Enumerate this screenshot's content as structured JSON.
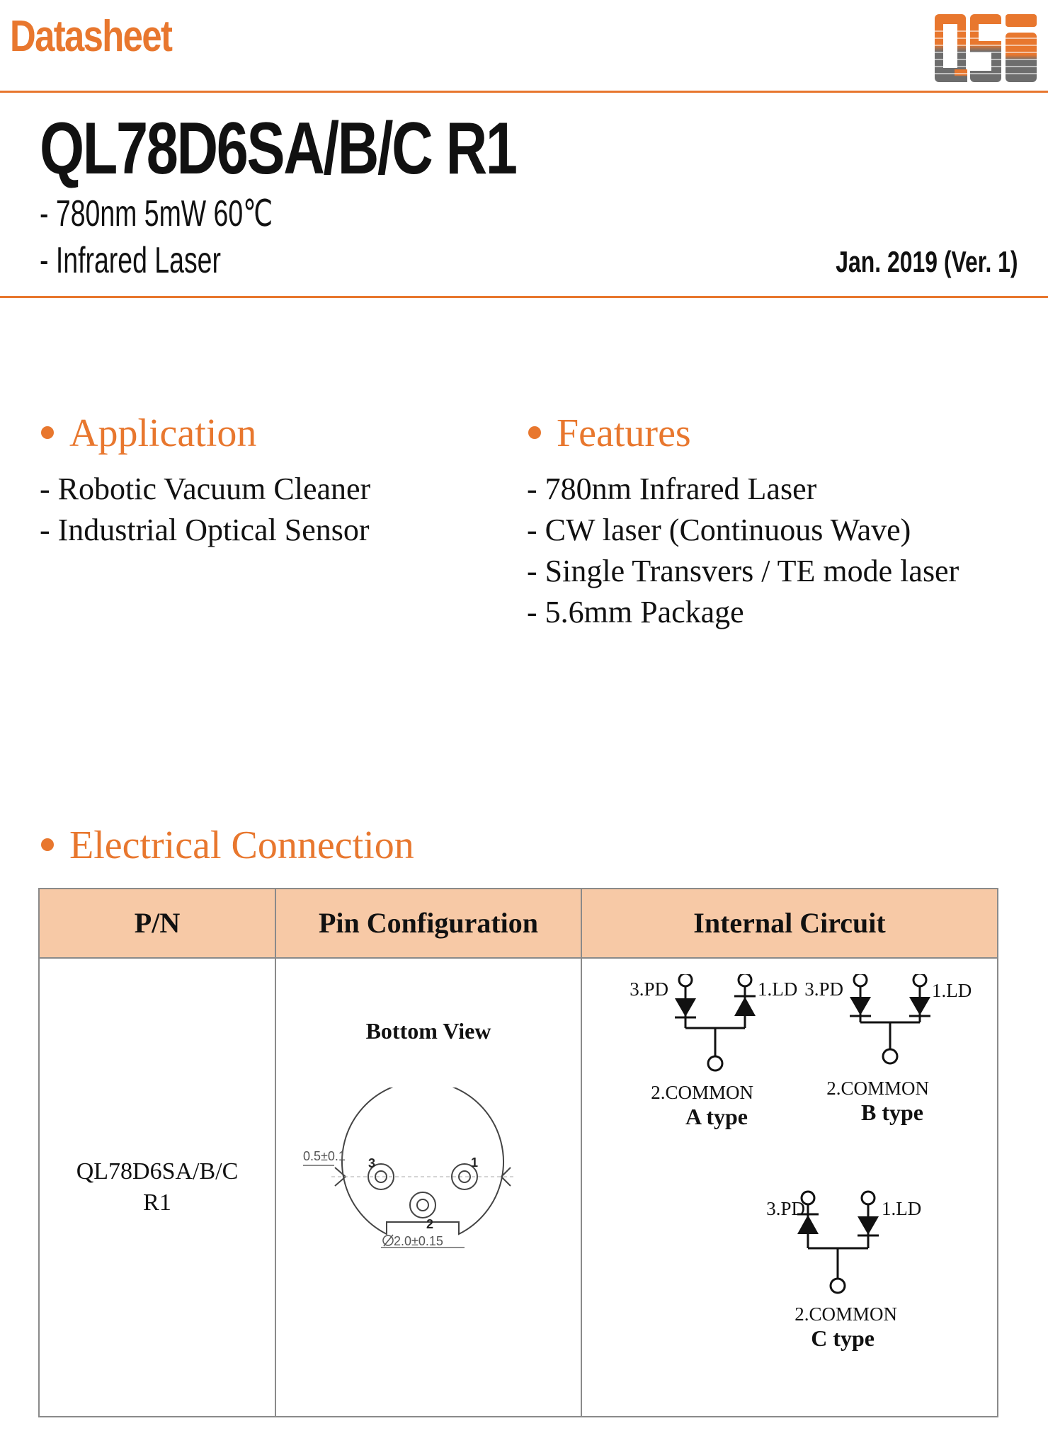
{
  "header": {
    "doc_label": "Datasheet",
    "logo_text": "QSI",
    "title": "QL78D6SA/B/C R1",
    "subtitle_1": "- 780nm 5mW 60℃",
    "subtitle_2": "- Infrared Laser",
    "date": "Jan. 2019 (Ver. 1)"
  },
  "application": {
    "heading": "Application",
    "items": [
      "- Robotic Vacuum Cleaner",
      "- Industrial Optical Sensor"
    ]
  },
  "features": {
    "heading": "Features",
    "items": [
      "- 780nm Infrared Laser",
      "- CW laser (Continuous Wave)",
      "- Single Transvers / TE mode laser",
      "- 5.6mm Package"
    ]
  },
  "electrical": {
    "heading": "Electrical Connection",
    "columns": [
      "P/N",
      "Pin Configuration",
      "Internal Circuit"
    ],
    "pn_line1": "QL78D6SA/B/C",
    "pn_line2": "R1",
    "pin_config": {
      "view_label": "Bottom View",
      "dim_notch": "0.5±0.1",
      "dim_width": "2.0±0.15",
      "pin_1": "1",
      "pin_2": "2",
      "pin_3": "3"
    },
    "circuit": {
      "pd_label": "3.PD",
      "ld_label": "1.LD",
      "common_label": "2.COMMON",
      "types": [
        "A type",
        "B type",
        "C type"
      ]
    }
  },
  "colors": {
    "accent": "#e8772e",
    "header_fill": "#f7c9a6",
    "logo_gray": "#6d6d6d"
  }
}
